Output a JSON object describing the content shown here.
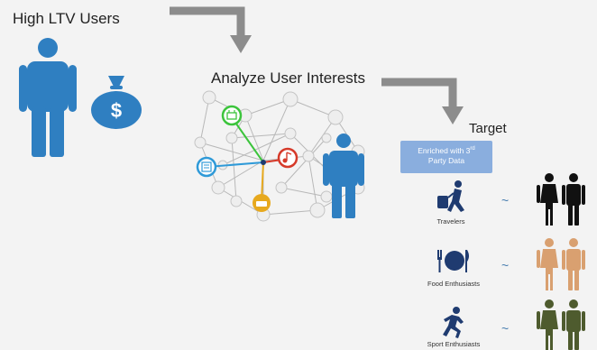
{
  "titles": {
    "high_ltv": "High LTV Users",
    "analyze": "Analyze User Interests",
    "target": "Target"
  },
  "enriched": {
    "line1_pre": "Enriched with 3",
    "line1_sup": "rd",
    "line2": "Party Data"
  },
  "segments": [
    {
      "label": "Travelers",
      "icon": "traveler-icon",
      "audience_color": "#111111"
    },
    {
      "label": "Food Enthusiasts",
      "icon": "food-icon",
      "audience_color": "#d9a070"
    },
    {
      "label": "Sport Enthusiasts",
      "icon": "runner-icon",
      "audience_color": "#4e5b2e"
    }
  ],
  "tilde": "~",
  "dollar": "$",
  "colors": {
    "person_blue": "#2f7fc1",
    "icon_navy": "#1f3b70",
    "arrow_gray": "#8c8c8c",
    "node_green": "#3cc43c",
    "node_red": "#d63a2a",
    "node_blue": "#2f9ad8",
    "node_yellow": "#e7a91e"
  }
}
